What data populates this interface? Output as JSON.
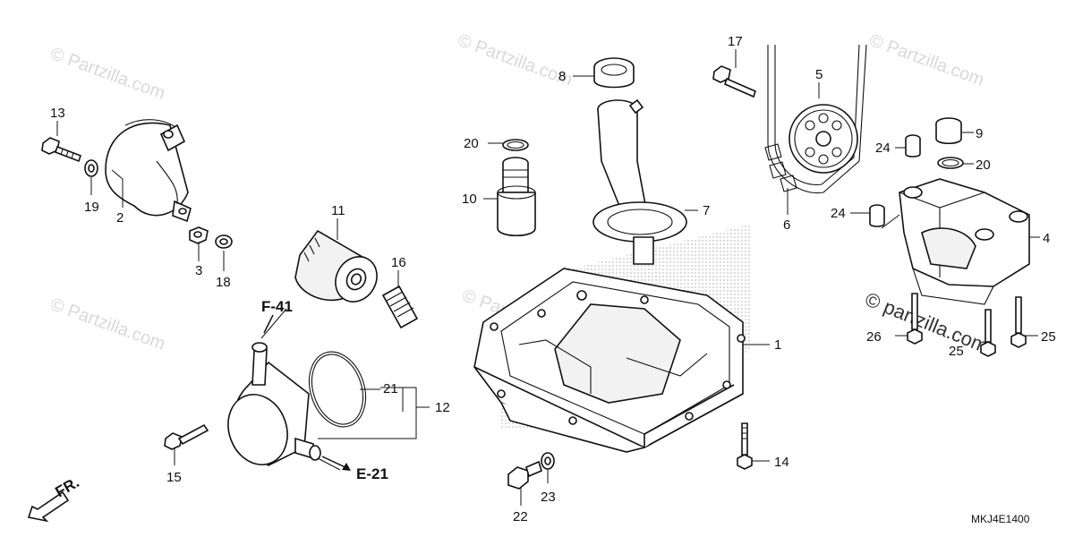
{
  "diagram": {
    "code": "MKJ4E1400",
    "watermark": "© Partzilla.com",
    "watermark_dark": "© partzilla.com",
    "refs": {
      "f41": "F-41",
      "e21": "E-21",
      "fr": "FR."
    },
    "callouts": {
      "c1": "1",
      "c2": "2",
      "c3": "3",
      "c4": "4",
      "c5": "5",
      "c6": "6",
      "c7": "7",
      "c8": "8",
      "c9": "9",
      "c10": "10",
      "c11": "11",
      "c12": "12",
      "c13": "13",
      "c14": "14",
      "c15": "15",
      "c16": "16",
      "c17": "17",
      "c18": "18",
      "c19": "19",
      "c20a": "20",
      "c20b": "20",
      "c21": "21",
      "c22": "22",
      "c23": "23",
      "c24a": "24",
      "c24b": "24",
      "c25a": "25",
      "c25b": "25",
      "c26": "26"
    }
  }
}
